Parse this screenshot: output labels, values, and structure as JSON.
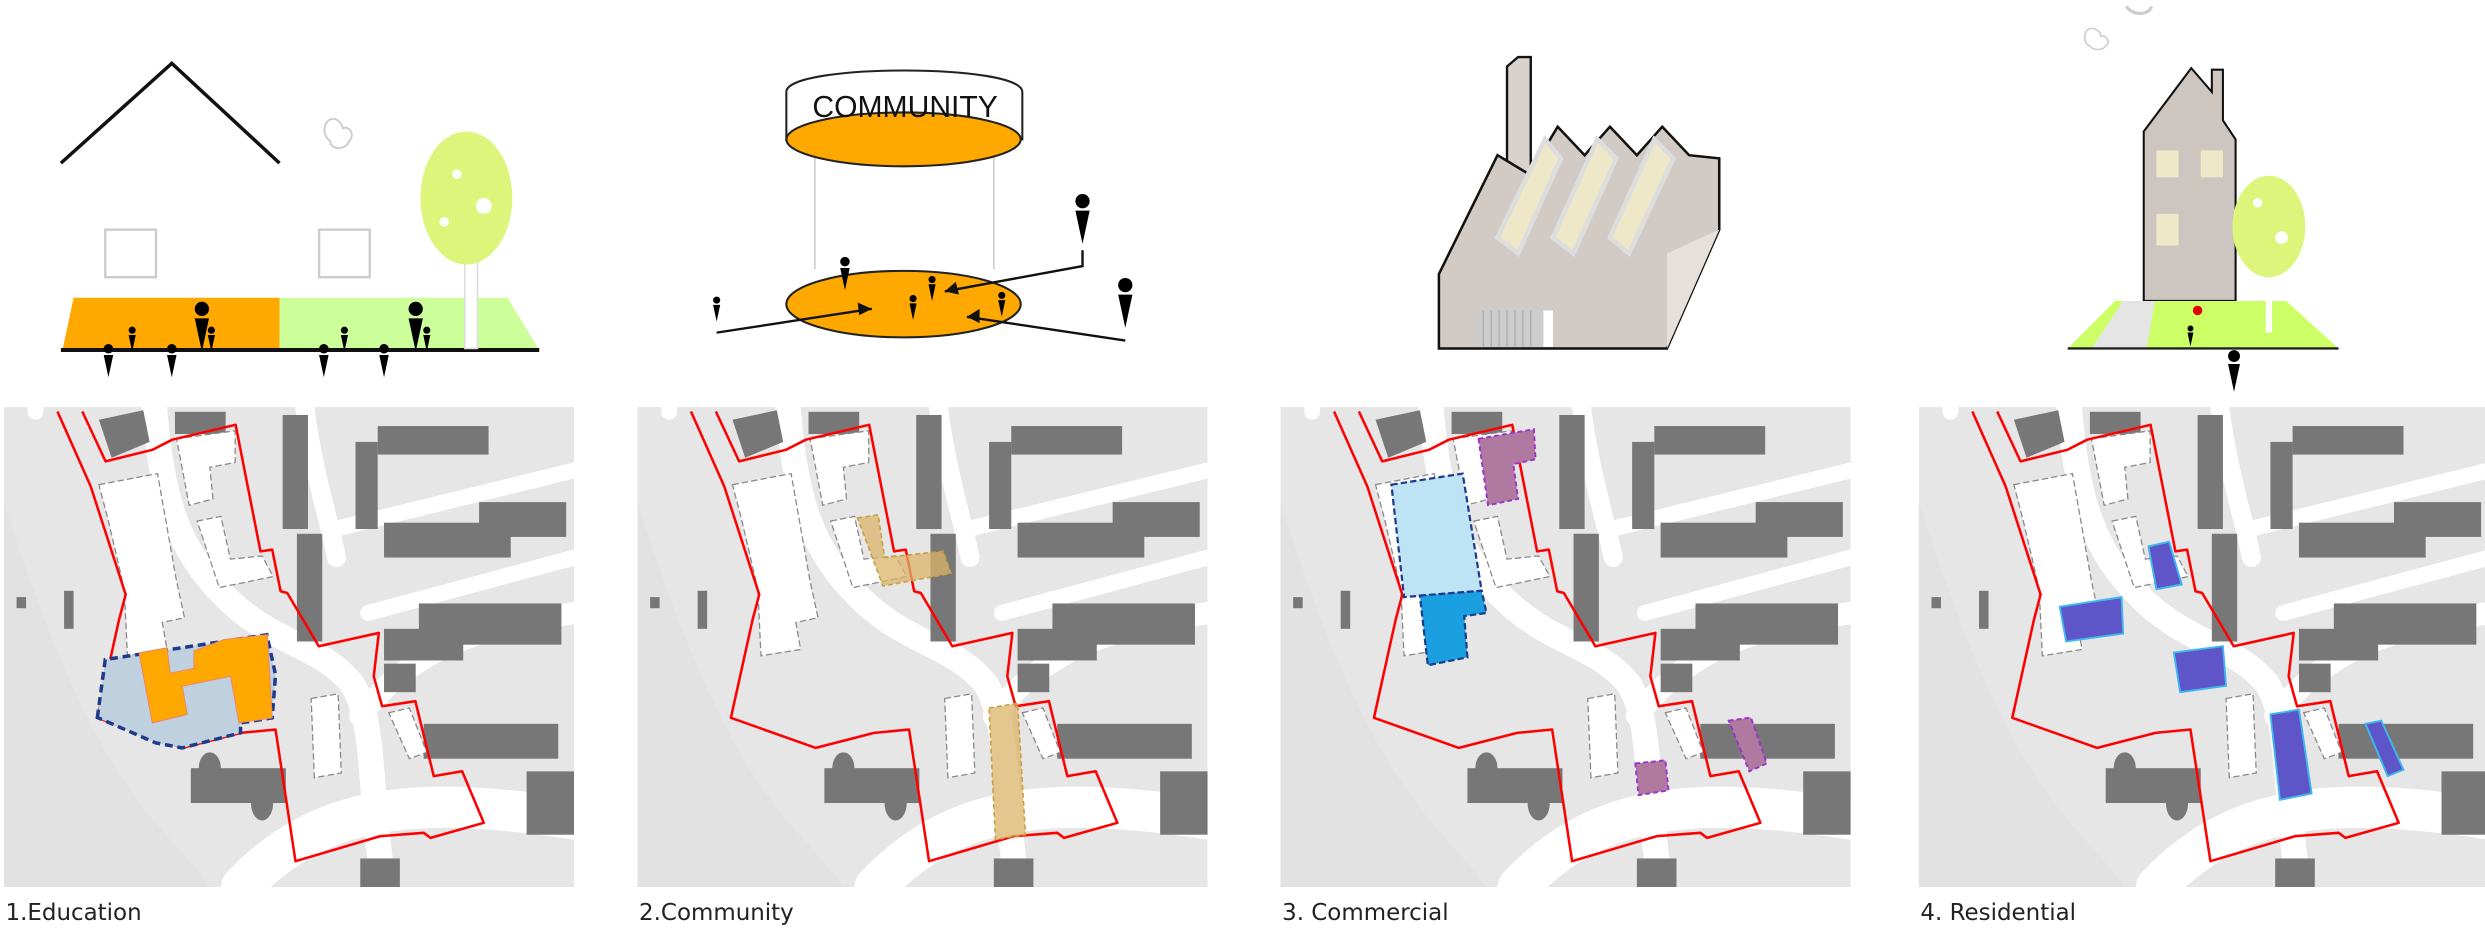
{
  "panels": [
    {
      "label": "1.Education",
      "icon": "education-icon",
      "highlight_color": "#FFA800"
    },
    {
      "label": "2.Community",
      "icon": "community-icon",
      "highlight_color": "#D9B46A"
    },
    {
      "label": "3. Commercial",
      "icon": "factory-icon",
      "highlight_color": "#B07AA0"
    },
    {
      "label": "4. Residential",
      "icon": "house-icon",
      "highlight_color": "#5E55C8"
    }
  ],
  "community_sign": "COMMUNITY",
  "colors": {
    "boundary": "#FF0000",
    "map_base": "#E6E6E6",
    "buildings": "#777777",
    "orange": "#FFA800",
    "green": "#CCFF99",
    "education_site": "#BFD1DE",
    "commercial_blue": "#BEE3F5",
    "commercial_cyan": "#1AA0E0",
    "residential_blue": "#5E55C8"
  }
}
